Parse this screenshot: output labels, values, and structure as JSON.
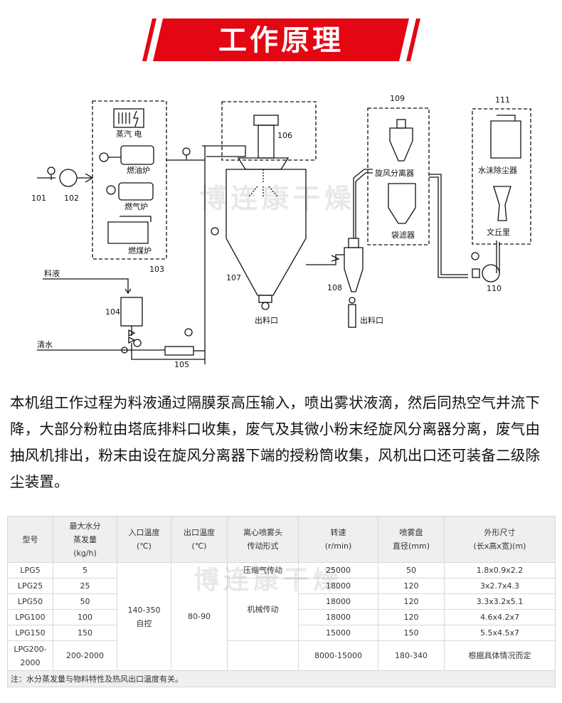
{
  "banner": {
    "title": "工作原理",
    "color": "#e30613"
  },
  "diagram": {
    "watermark": "博连康干燥",
    "labels": {
      "steam_elec": "蒸汽 电",
      "oil_furnace": "燃油炉",
      "gas_furnace": "燃气炉",
      "coal_furnace": "燃煤炉",
      "n101": "101",
      "n102": "102",
      "n103": "103",
      "n104": "104",
      "n105": "105",
      "n106": "106",
      "n107": "107",
      "n108": "108",
      "n109": "109",
      "n110": "110",
      "n111": "111",
      "feed_liquid": "料液",
      "clean_water": "清水",
      "outlet1": "出料口",
      "outlet2": "出料口",
      "cyclone": "旋风分离器",
      "bag_filter": "袋滤器",
      "water_dust": "水沫除尘器",
      "venturi": "文丘里"
    }
  },
  "description": "本机组工作过程为料液通过隔膜泵高压输入，喷出雾状液滴，然后同热空气并流下降，大部分粉粒由塔底排料口收集，废气及其微小粉末经旋风分离器分离，废气由抽风机排出，粉末由设在旋风分离器下端的授粉筒收集，风机出口还可装备二级除尘装置。",
  "table": {
    "headers": {
      "model": "型号",
      "evap_1": "最大水分",
      "evap_2": "蒸发量",
      "evap_3": "(kg/h)",
      "inlet_1": "入口温度",
      "inlet_2": "(℃)",
      "outlet_1": "出口温度",
      "outlet_2": "(℃)",
      "drive_1": "离心喷雾头",
      "drive_2": "传动形式",
      "speed_1": "转速",
      "speed_2": "(r/min)",
      "disc_1": "喷雾盘",
      "disc_2": "直径(mm)",
      "size_1": "外形尺寸",
      "size_2": "(长x高x宽)(m)"
    },
    "rows": [
      {
        "model": "LPG5",
        "evap": "5",
        "speed": "25000",
        "disc": "50",
        "size": "1.8x0.9x2.2"
      },
      {
        "model": "LPG25",
        "evap": "25",
        "speed": "18000",
        "disc": "120",
        "size": "3x2.7x4.3"
      },
      {
        "model": "LPG50",
        "evap": "50",
        "speed": "18000",
        "disc": "120",
        "size": "3.3x3.2x5.1"
      },
      {
        "model": "LPG100",
        "evap": "100",
        "speed": "18000",
        "disc": "120",
        "size": "4.6x4.2x7"
      },
      {
        "model": "LPG150",
        "evap": "150",
        "speed": "15000",
        "disc": "150",
        "size": "5.5x4.5x7"
      },
      {
        "model_1": "LPG200-",
        "model_2": "2000",
        "evap": "200-2000",
        "speed": "8000-15000",
        "disc": "180-340",
        "size": "根据具体情况而定"
      }
    ],
    "inlet_temp_1": "140-350",
    "inlet_temp_2": "自控",
    "outlet_temp": "80-90",
    "drive_air": "压缩气传动",
    "drive_mech": "机械传动",
    "watermark": "博连康干燥",
    "note": "注：水分蒸发量与物料特性及热风出口温度有关。"
  }
}
